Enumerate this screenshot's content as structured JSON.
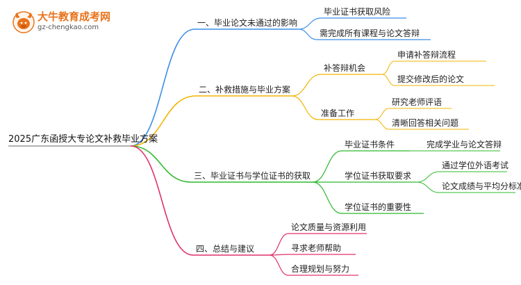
{
  "logo": {
    "name": "大牛教育成考网",
    "url_text": "gz-chengkao.com"
  },
  "mindmap": {
    "root": "2025广东函授大专论文补救毕业方案",
    "branches": [
      {
        "label": "一、毕业论文未通过的影响",
        "color": "#3b8ee8",
        "children": [
          {
            "label": "毕业证书获取风险",
            "children": []
          },
          {
            "label": "需完成所有课程与论文答辩",
            "children": []
          }
        ]
      },
      {
        "label": "二、补救措施与毕业方案",
        "color": "#f0b400",
        "children": [
          {
            "label": "补答辩机会",
            "children": [
              "申请补答辩流程",
              "提交修改后的论文"
            ]
          },
          {
            "label": "准备工作",
            "children": [
              "研究老师评语",
              "清晰回答相关问题"
            ]
          }
        ]
      },
      {
        "label": "三、毕业证书与学位证书的获取",
        "color": "#2eb82e",
        "children": [
          {
            "label": "毕业证书条件",
            "children": [
              "完成学业与论文答辩"
            ]
          },
          {
            "label": "学位证书获取要求",
            "children": [
              "通过学位外语考试",
              "论文成绩与平均分标准"
            ]
          },
          {
            "label": "学位证书的重要性",
            "children": []
          }
        ]
      },
      {
        "label": "四、总结与建议",
        "color": "#e0306e",
        "children": [
          {
            "label": "论文质量与资源利用",
            "children": []
          },
          {
            "label": "寻求老师帮助",
            "children": []
          },
          {
            "label": "合理规划与努力",
            "children": []
          }
        ]
      }
    ]
  }
}
